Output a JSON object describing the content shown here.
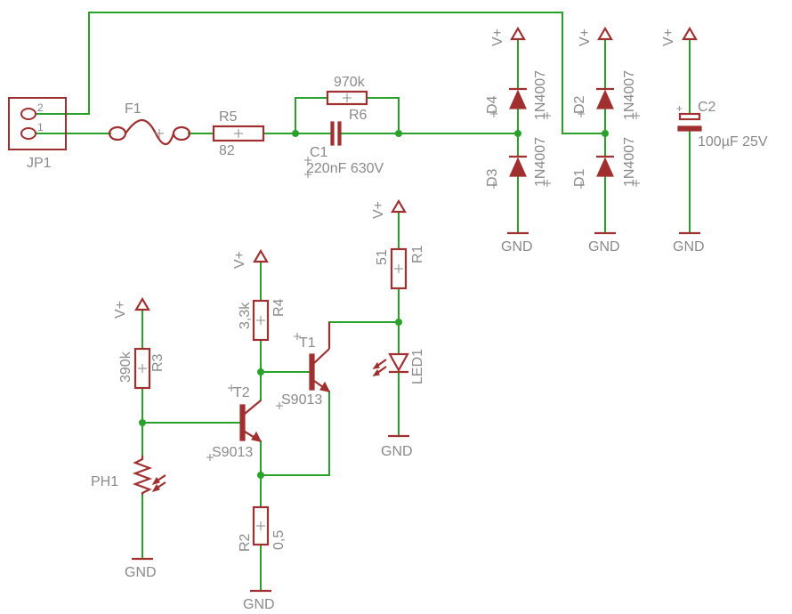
{
  "connector": {
    "name": "JP1",
    "pin1": "1",
    "pin2": "2"
  },
  "fuse": {
    "name": "F1"
  },
  "resistors": {
    "r1": {
      "name": "R1",
      "value": "51"
    },
    "r2": {
      "name": "R2",
      "value": "0,5"
    },
    "r3": {
      "name": "R3",
      "value": "390k"
    },
    "r4": {
      "name": "R4",
      "value": "3,3k"
    },
    "r5": {
      "name": "R5",
      "value": "82"
    },
    "r6": {
      "name": "R6",
      "value": "970k"
    }
  },
  "capacitors": {
    "c1": {
      "name": "C1",
      "value": "220nF 630V"
    },
    "c2": {
      "name": "C2",
      "value": "100µF 25V"
    }
  },
  "diodes": {
    "d1": {
      "name": "D1",
      "value": "1N4007"
    },
    "d2": {
      "name": "D2",
      "value": "1N4007"
    },
    "d3": {
      "name": "D3",
      "value": "1N4007"
    },
    "d4": {
      "name": "D4",
      "value": "1N4007"
    }
  },
  "transistors": {
    "t1": {
      "name": "T1",
      "value": "S9013"
    },
    "t2": {
      "name": "T2",
      "value": "S9013"
    }
  },
  "led": {
    "name": "LED1"
  },
  "photoresistor": {
    "name": "PH1"
  },
  "power": {
    "vplus": "V+",
    "gnd": "GND"
  }
}
